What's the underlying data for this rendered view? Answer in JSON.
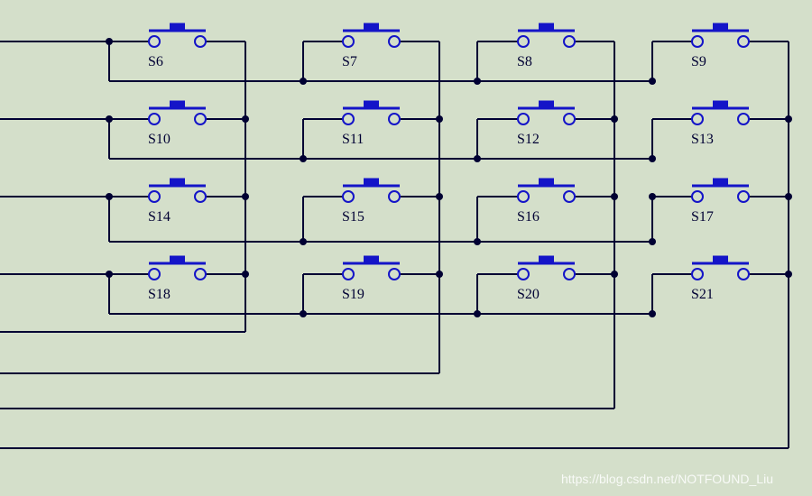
{
  "diagram": {
    "switch_labels": [
      [
        "S6",
        "S7",
        "S8",
        "S9"
      ],
      [
        "S10",
        "S11",
        "S12",
        "S13"
      ],
      [
        "S14",
        "S15",
        "S16",
        "S17"
      ],
      [
        "S18",
        "S19",
        "S20",
        "S21"
      ]
    ]
  },
  "colors": {
    "background": "#d4dfca",
    "wire": "#000033",
    "switch": "#1414c8"
  },
  "watermark": "https://blog.csdn.net/NOTFOUND_Liu"
}
